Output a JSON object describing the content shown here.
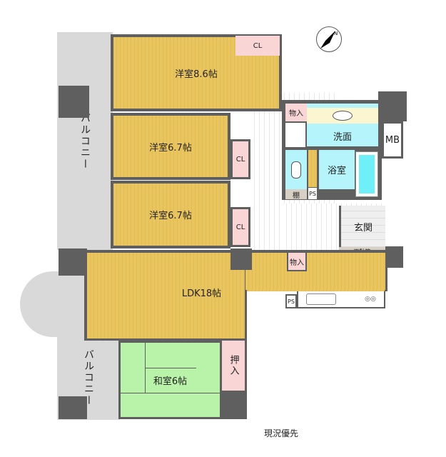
{
  "rooms": {
    "western1": "洋室8.6帖",
    "western2": "洋室6.7帖",
    "western3": "洋室6.7帖",
    "ldk": "LDK18帖",
    "washitsu": "和室6帖",
    "washroom": "洗面",
    "bathroom": "浴室",
    "entrance": "玄関",
    "balcony_upper": "バルコニー",
    "balcony_lower": "バルコニー"
  },
  "storage": {
    "cl1": "CL",
    "cl2": "CL",
    "cl3": "CL",
    "mono1": "物入",
    "mono2": "物入",
    "oshiire": "押入",
    "mb": "MB",
    "ps1": "PS",
    "ps2": "PS",
    "tana": "棚",
    "getabako": "下駄箱"
  },
  "note": "現況優先",
  "compass": "N",
  "colors": {
    "wood": "#e9c55f",
    "closet": "#f9d5d5",
    "wet": "#b5f4fb",
    "tatami": "#b9f2a9",
    "balcony": "#d9d9d9",
    "wall": "#5f5f5f"
  }
}
